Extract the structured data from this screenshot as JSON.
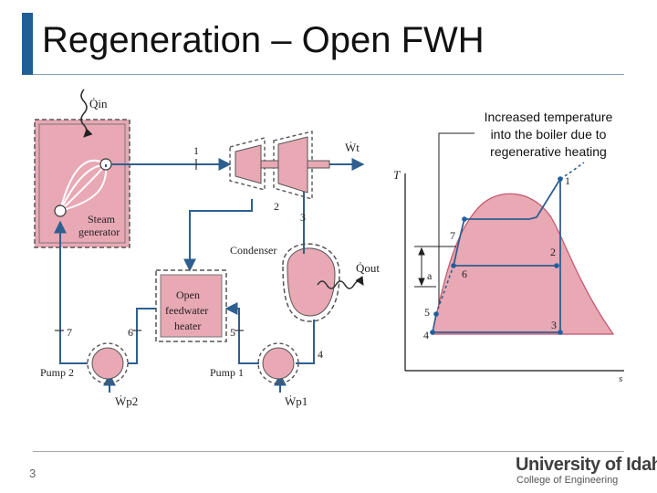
{
  "slide": {
    "title": "Regeneration – Open FWH",
    "callout_lines": [
      "Increased temperature",
      "into the boiler due to",
      "regenerative heating"
    ],
    "page_number": "3"
  },
  "logo": {
    "main_text": "University of Idaho",
    "sub_text": "College of Engineering"
  },
  "schematic": {
    "q_in": "Q̇in",
    "w_t": "Ẇt",
    "q_out": "Q̇out",
    "w_p1": "Ẇp1",
    "w_p2": "Ẇp2",
    "steam_generator": [
      "Steam",
      "generator"
    ],
    "condenser": "Condenser",
    "fwh": [
      "Open",
      "feedwater",
      "heater"
    ],
    "pump1": "Pump 1",
    "pump2": "Pump 2",
    "states": [
      "1",
      "2",
      "3",
      "4",
      "5",
      "6",
      "7"
    ]
  },
  "ts_diagram": {
    "t_axis": "T",
    "s_axis": "s",
    "states": [
      "1",
      "2",
      "3",
      "4",
      "5",
      "6",
      "7",
      "a"
    ]
  },
  "colors": {
    "accent": "#1f5f95",
    "pink_fill": "#e8a8b4",
    "line_blue": "#2f5f8f",
    "point_blue": "#1f5f9f"
  }
}
